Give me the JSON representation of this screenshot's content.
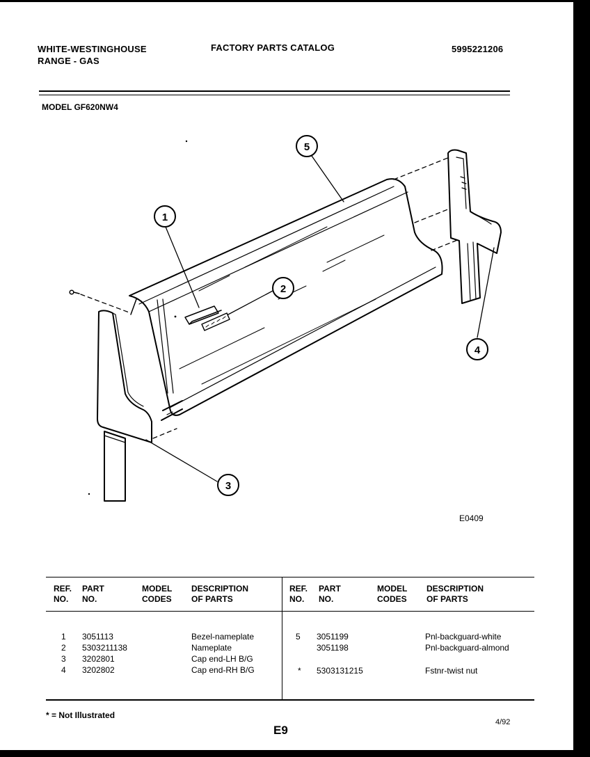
{
  "header": {
    "brand": "WHITE-WESTINGHOUSE",
    "product": "RANGE - GAS",
    "catalog_title": "FACTORY PARTS CATALOG",
    "catalog_number": "5995221206"
  },
  "model_label": "MODEL GF620NW4",
  "diagram": {
    "callouts": [
      "1",
      "2",
      "3",
      "4",
      "5"
    ],
    "figure_id": "E0409"
  },
  "table": {
    "headers": {
      "ref_no": [
        "REF.",
        "NO."
      ],
      "part_no": [
        "PART",
        "NO."
      ],
      "model_codes": [
        "MODEL",
        "CODES"
      ],
      "description": [
        "DESCRIPTION",
        "OF PARTS"
      ]
    },
    "left_rows": [
      {
        "ref": "1",
        "part": "3051113",
        "description": "Bezel-nameplate"
      },
      {
        "ref": "2",
        "part": "5303211138",
        "description": "Nameplate"
      },
      {
        "ref": "3",
        "part": "3202801",
        "description": "Cap end-LH B/G"
      },
      {
        "ref": "4",
        "part": "3202802",
        "description": "Cap end-RH B/G"
      }
    ],
    "right_rows": [
      {
        "ref": "5",
        "part": "3051199",
        "description": "Pnl-backguard-white"
      },
      {
        "ref": "",
        "part": "3051198",
        "description": "Pnl-backguard-almond"
      },
      {
        "ref": "*",
        "part": "5303131215",
        "description": "Fstnr-twist nut"
      }
    ]
  },
  "footnote": "* = Not Illustrated",
  "page_number": "E9",
  "date": "4/92"
}
